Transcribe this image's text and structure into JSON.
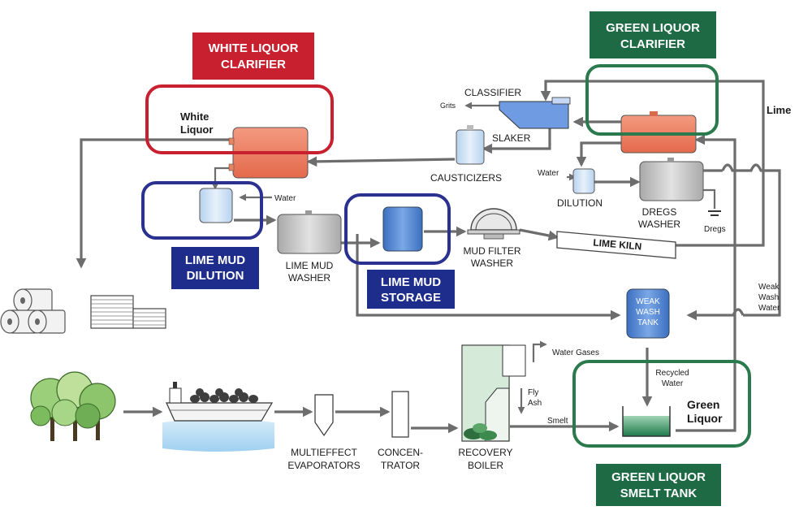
{
  "badges": {
    "white_liquor_clarifier": [
      "WHITE LIQUOR",
      "CLARIFIER"
    ],
    "green_liquor_clarifier": [
      "GREEN LIQUOR",
      "CLARIFIER"
    ],
    "lime_mud_dilution": [
      "LIME MUD",
      "DILUTION"
    ],
    "lime_mud_storage": [
      "LIME MUD",
      "STORAGE"
    ],
    "green_liquor_smelt_tank": [
      "GREEN LIQUOR",
      "SMELT TANK"
    ]
  },
  "labels": {
    "white_liquor": [
      "White",
      "Liquor"
    ],
    "water_dilution": "Water",
    "lime_mud_washer": [
      "LIME MUD",
      "WASHER"
    ],
    "classifier": "CLASSIFIER",
    "grits": "Grits",
    "slaker": "SLAKER",
    "causticizers": "CAUSTICIZERS",
    "lime": "Lime",
    "water_green": "Water",
    "dilution": "DILUTION",
    "dregs_washer": [
      "DREGS",
      "WASHER"
    ],
    "dregs": "Dregs",
    "lime_kiln": "LIME KILN",
    "mud_filter_washer": [
      "MUD FILTER",
      "WASHER"
    ],
    "weak_wash_water": [
      "Weak",
      "Wash",
      "Water"
    ],
    "weak_wash_tank": [
      "WEAK",
      "WASH",
      "TANK"
    ],
    "water_gases": "Water Gases",
    "fly_ash": [
      "Fly",
      "Ash"
    ],
    "recycled_water": [
      "Recycled",
      "Water"
    ],
    "smelt": "Smelt",
    "green_liquor": [
      "Green",
      "Liquor"
    ],
    "multieffect_evaporators": [
      "MULTIEFFECT",
      "EVAPORATORS"
    ],
    "concentrator": [
      "CONCEN-",
      "TRATOR"
    ],
    "recovery_boiler": [
      "RECOVERY",
      "BOILER"
    ]
  },
  "colors": {
    "red_badge": "#c8202e",
    "green_badge": "#1d6a44",
    "blue_badge": "#1e2d8c",
    "red_outline": "#c8202e",
    "green_outline": "#2b7a4e",
    "blue_outline": "#2a3190",
    "orange_tank": "#ef7e62",
    "light_blue_tank": "#d4e6f6",
    "blue_tank": "#4f86d6",
    "gray_tank": "#c9c9c9",
    "flow_line": "#6d6d6d"
  }
}
